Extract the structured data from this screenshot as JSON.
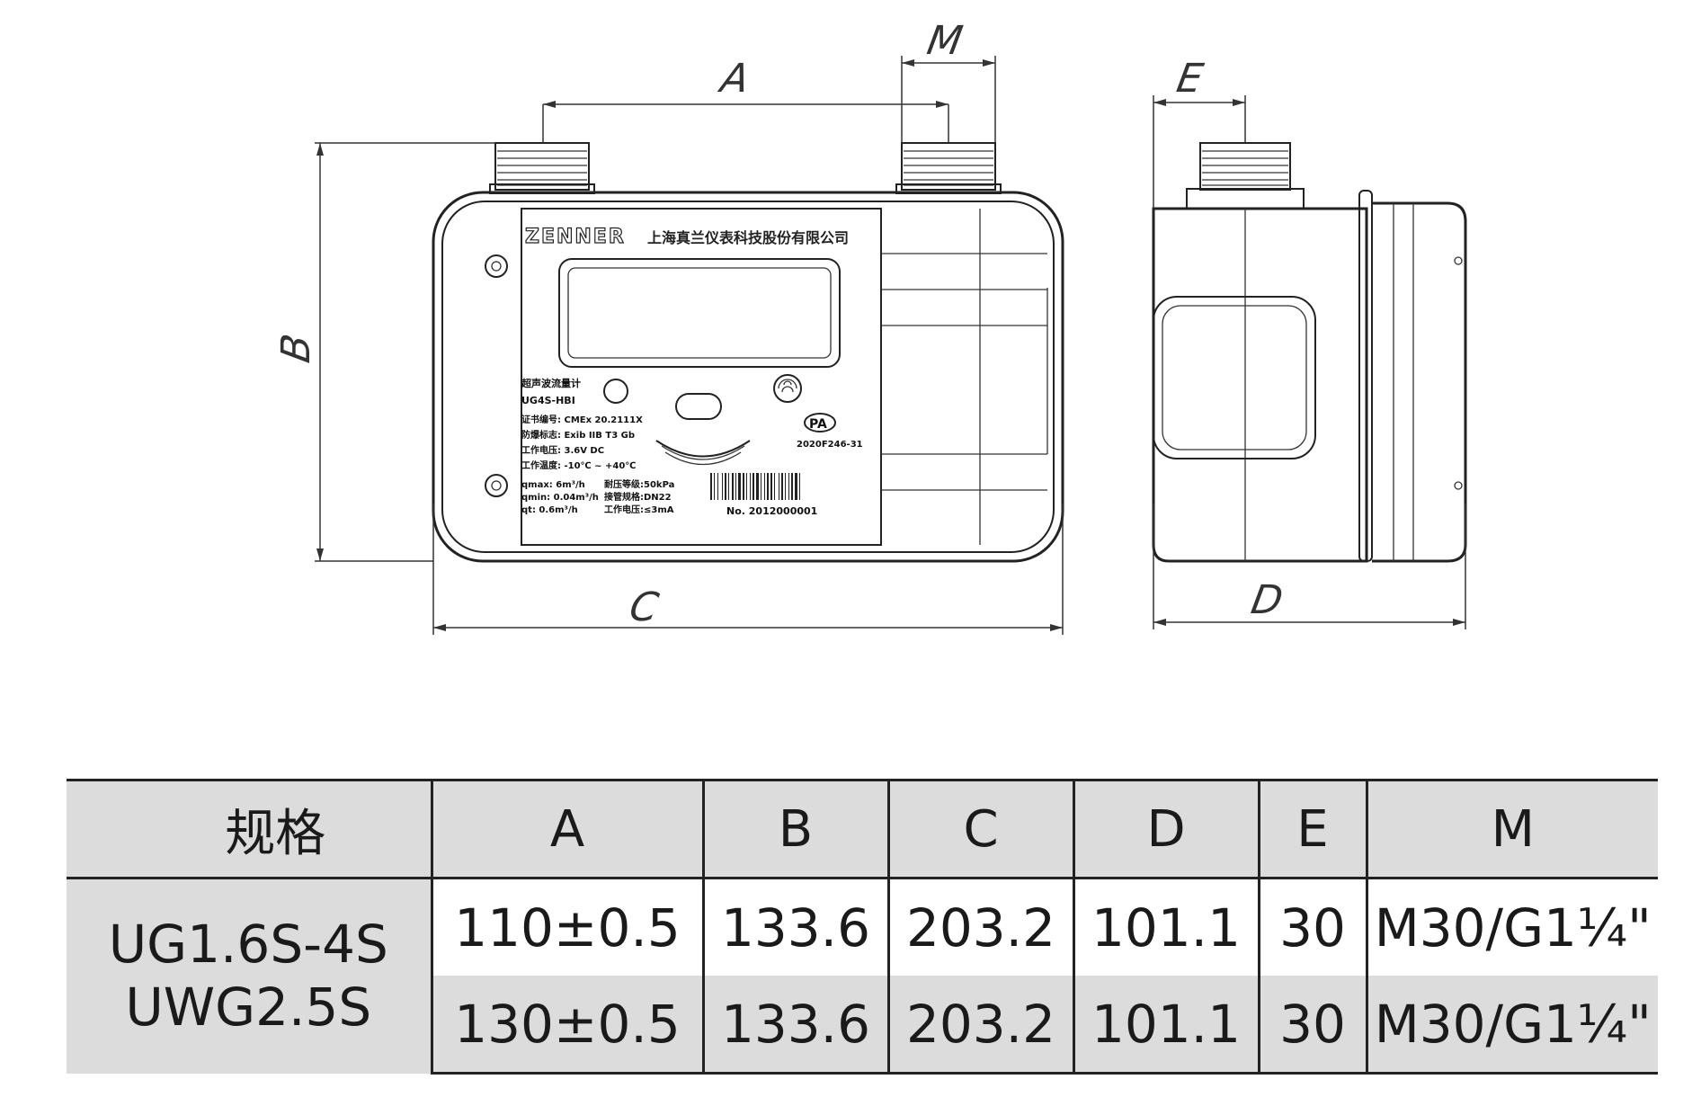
{
  "drawing": {
    "dimension_labels": {
      "A": "A",
      "B": "B",
      "C": "C",
      "D": "D",
      "E": "E",
      "M": "M"
    },
    "meter_front": {
      "brand": "ZENNER",
      "company": "上海真兰仪表科技股份有限公司",
      "product_name": "超声波流量计",
      "model": "UG4S-HBI",
      "spec_lines": [
        "证书编号: CMEx 20.2111X",
        "防爆标志: Exib IIB T3 Gb",
        "工作电压: 3.6V DC",
        "工作温度: -10℃ ~ +40℃"
      ],
      "flow_lines": [
        "qmax: 6m³/h",
        "qmin: 0.04m³/h",
        "qt: 0.6m³/h"
      ],
      "right_lines": [
        "耐压等级:50kPa",
        "接管规格:DN22",
        "工作电压:≤3mA"
      ],
      "pa_mark": "PA",
      "approval": "2020F246-31",
      "serial": "No. 2012000001"
    }
  },
  "table": {
    "headers": [
      "规格",
      "A",
      "B",
      "C",
      "D",
      "E",
      "M"
    ],
    "models": [
      "UG1.6S-4S",
      "UWG2.5S"
    ],
    "rows": [
      [
        "110±0.5",
        "133.6",
        "203.2",
        "101.1",
        "30",
        "M30/G1¼\""
      ],
      [
        "130±0.5",
        "133.6",
        "203.2",
        "101.1",
        "30",
        "M30/G1¼\""
      ]
    ]
  }
}
